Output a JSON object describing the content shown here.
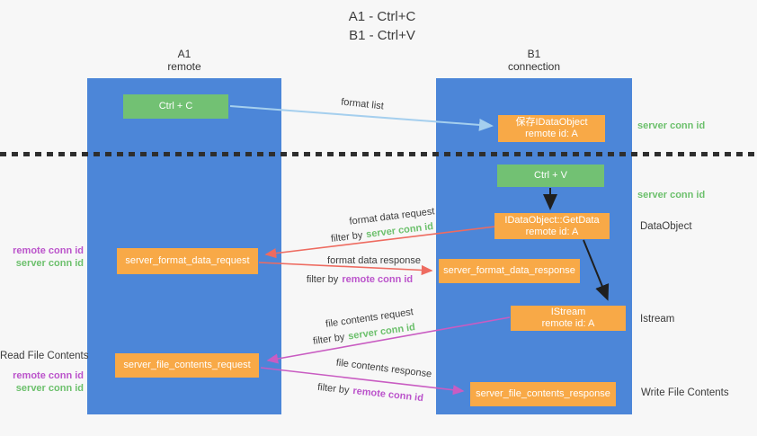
{
  "title": {
    "line1": "A1 - Ctrl+C",
    "line2": "B1 - Ctrl+V"
  },
  "lanes": {
    "a1": {
      "name": "A1",
      "subtitle": "remote"
    },
    "b1": {
      "name": "B1",
      "subtitle": "connection"
    }
  },
  "nodes": {
    "ctrl_c": {
      "label": "Ctrl + C"
    },
    "ctrl_v": {
      "label": "Ctrl + V"
    },
    "save_idataobject": {
      "line1": "保存IDataObject",
      "line2": "remote id: A"
    },
    "getdata": {
      "line1": "IDataObject::GetData",
      "line2": "remote id: A"
    },
    "istream": {
      "line1": "IStream",
      "line2": "remote id: A"
    },
    "server_format_data_request": {
      "label": "server_format_data_request"
    },
    "server_format_data_response": {
      "label": "server_format_data_response"
    },
    "server_file_contents_request": {
      "label": "server_file_contents_request"
    },
    "server_file_contents_response": {
      "label": "server_file_contents_response"
    }
  },
  "flow_labels": {
    "format_list": "format list",
    "format_data_request": "format data request",
    "format_data_response": "format data response",
    "file_contents_request": "file contents request",
    "file_contents_response": "file contents response",
    "filter_by": "filter by",
    "server_conn_id": "server conn id",
    "remote_conn_id": "remote conn id"
  },
  "annotations": {
    "left": {
      "remote_conn_id_top": "remote conn id",
      "server_conn_id_top": "server conn id",
      "read_file_contents": "Read File Contents",
      "remote_conn_id_bottom": "remote conn id",
      "server_conn_id_bottom": "server conn id"
    },
    "right": {
      "server_conn_id_top": "server conn id",
      "server_conn_id_mid": "server conn id",
      "dataobject": "DataObject",
      "istream": "Istream",
      "write_file_contents": "Write File Contents"
    }
  },
  "colors": {
    "lane_blue": "#4c86d8",
    "box_green": "#72c173",
    "box_orange": "#f8a947",
    "conn_green": "#6cc06c",
    "conn_purple": "#bb54cb",
    "arrow_blue": "#a5cfee",
    "arrow_red": "#ee6b60",
    "arrow_magenta": "#c95cc2",
    "arrow_black": "#1f1f1f"
  }
}
